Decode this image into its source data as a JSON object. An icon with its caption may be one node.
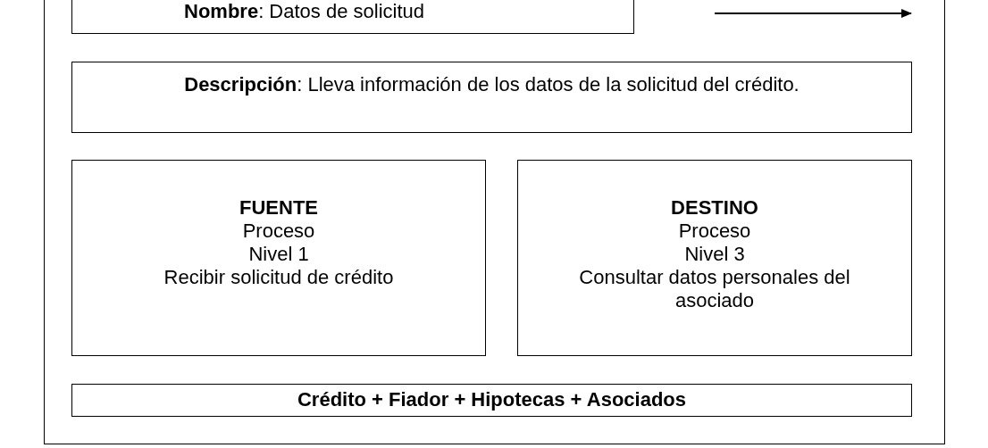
{
  "diagram": {
    "nodes": [
      {
        "text": [],
        "shape": "box"
      },
      {
        "text": [
          "**Nombre**: Datos de solicitud"
        ],
        "in": 0
      },
      {
        "text": [
          "**Descripción**: Lleva información de los datos de la solicitud del crédito."
        ],
        "in": 0
      },
      {
        "text": [
          "FUENTE",
          "Proceso",
          "Nivel 1",
          "Recibir solicitud de crédito"
        ],
        "in": 0
      },
      {
        "text": [
          "DESTINO",
          "Proceso",
          "Nivel 3",
          "Consultar datos personales del asociado"
        ],
        "in": 0
      },
      {
        "text": [
          "Crédito + Fiador + Hipotecas + Asociados"
        ],
        "in": 0
      }
    ]
  }
}
